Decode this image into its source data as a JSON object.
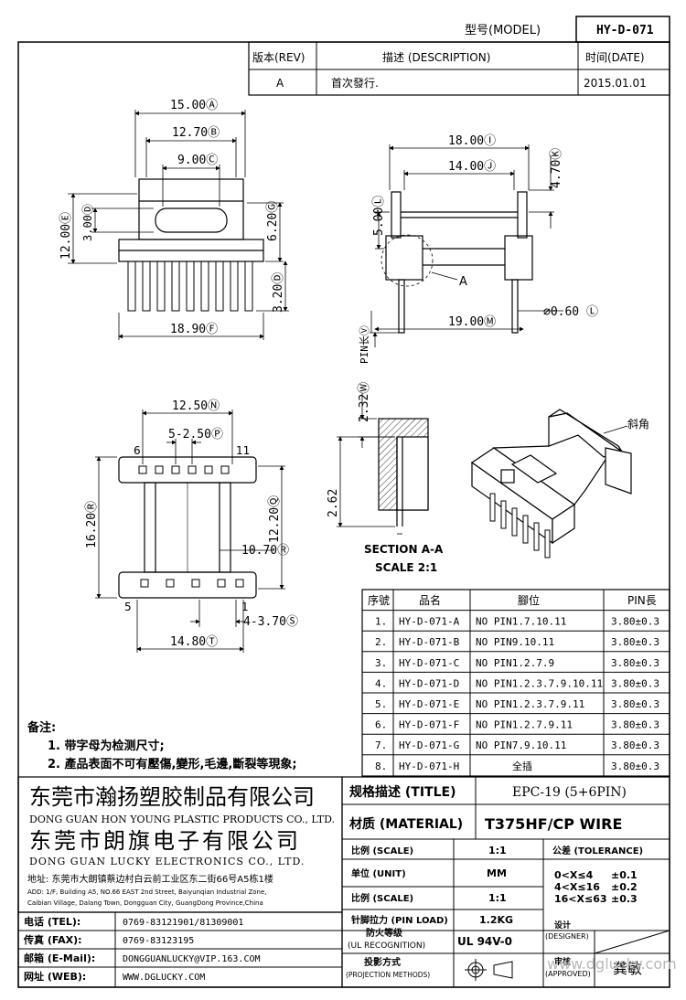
{
  "header": {
    "model_label": "型号(MODEL)",
    "model_value": "HY-D-071",
    "rev_label": "版本(REV)",
    "desc_label": "描述 (DESCRIPTION)",
    "date_label": "时间(DATE)",
    "rev_value": "A",
    "desc_value": "首次發行.",
    "date_value": "2015.01.01"
  },
  "front_view": {
    "dims": [
      "15.00Ⓐ",
      "12.70Ⓑ",
      "9.00Ⓒ",
      "12.00Ⓔ",
      "3.00Ⓓ",
      "6.20Ⓖ",
      "3.20Ⓓ",
      "18.90Ⓕ"
    ]
  },
  "side_view": {
    "dims": [
      "18.00Ⓘ",
      "14.00Ⓙ",
      "4.70Ⓚ",
      "5.00Ⓛ",
      "19.00Ⓜ",
      "⌀0.60 Ⓛ",
      "PIN长Ⓥ"
    ],
    "callout": "A"
  },
  "bottom_view": {
    "dims": [
      "12.50Ⓝ",
      "5-2.50Ⓟ",
      "16.20Ⓡ",
      "12.20Ⓠ",
      "10.70Ⓡ",
      "4-3.70Ⓢ",
      "14.80Ⓣ"
    ],
    "pin_labels": [
      "6",
      "11",
      "5",
      "1"
    ]
  },
  "section": {
    "dim_top": "2.32Ⓦ",
    "dim_left": "2.62",
    "title": "SECTION A-A",
    "scale": "SCALE 2:1"
  },
  "iso_view": {
    "note": "斜角"
  },
  "pin_table": {
    "headers": [
      "序號",
      "品名",
      "腳位",
      "PIN長"
    ],
    "rows": [
      [
        "1.",
        "HY-D-071-A",
        "NO PIN1.7.10.11",
        "3.80±0.3"
      ],
      [
        "2.",
        "HY-D-071-B",
        "NO PIN9.10.11",
        "3.80±0.3"
      ],
      [
        "3.",
        "HY-D-071-C",
        "NO PIN1.2.7.9",
        "3.80±0.3"
      ],
      [
        "4.",
        "HY-D-071-D",
        "NO PIN1.2.3.7.9.10.11",
        "3.80±0.3"
      ],
      [
        "5.",
        "HY-D-071-E",
        "NO PIN1.2.3.7.9.11",
        "3.80±0.3"
      ],
      [
        "6.",
        "HY-D-071-F",
        "NO PIN1.2.7.9.11",
        "3.80±0.3"
      ],
      [
        "7.",
        "HY-D-071-G",
        "NO PIN7.9.10.11",
        "3.80±0.3"
      ],
      [
        "8.",
        "HY-D-071-H",
        "全插",
        "3.80±0.3"
      ]
    ]
  },
  "notes": {
    "title": "备注:",
    "items": [
      "1. 带字母为检测尺寸;",
      "2. 產品表面不可有壓傷,變形,毛邊,斷裂等現象;"
    ]
  },
  "company": {
    "cn1": "东莞市瀚扬塑胶制品有限公司",
    "en1": "DONG GUAN HON YOUNG PLASTIC PRODUCTS CO., LTD.",
    "cn2": "东莞市朗旗电子有限公司",
    "en2": "DONG GUAN LUCKY ELECTRONICS CO., LTD.",
    "addr_cn": "地址: 东莞市大朗镇蔡边村白云前工业区东二街66号A5栋1楼",
    "addr_en1": "ADD: 1/F, Building A5, NO.66 EAST 2nd Street, Baiyunqian Industrial Zone,",
    "addr_en2": "Caibian Village, Dalang Town, Dongguan City, GuangDong Province,China"
  },
  "contacts": [
    {
      "label": "电话 (TEL):",
      "value": "0769-83121901/81309001"
    },
    {
      "label": "传真 (FAX):",
      "value": "0769-83123195"
    },
    {
      "label": "邮箱 (E-Mail):",
      "value": "DONGGUANLUCKY@VIP.163.COM"
    },
    {
      "label": "网址 (WEB):",
      "value": "WWW.DGLUCKY.COM"
    }
  ],
  "title_block": {
    "title_label": "规格描述 (TITLE)",
    "title_value": "EPC-19 (5+6PIN)",
    "material_label": "材质 (MATERIAL)",
    "material_value": "T375HF/CP WIRE",
    "scale_label": "比例 (SCALE)",
    "scale_value": "1:1",
    "tolerance_label": "公差 (TOLERANCE)",
    "unit_label": "单位 (UNIT)",
    "unit_value": "MM",
    "scale2_label": "比例 (SCALE)",
    "scale2_value": "1:1",
    "tolerances": [
      [
        "0<X≤4",
        "±0.1"
      ],
      [
        "4<X≤16",
        "±0.2"
      ],
      [
        "16<X≤63",
        "±0.3"
      ]
    ],
    "pin_load_label": "针脚拉力 (PIN LOAD)",
    "pin_load_value": "1.2KG",
    "designer_label_cn": "设计",
    "designer_label_en": "(DESIGNER)",
    "ul_label_cn": "防火等级",
    "ul_label_en": "(UL RECOGNITION)",
    "ul_value": "UL 94V-0",
    "approved_label_cn": "审核",
    "approved_label_en": "(APPROVED)",
    "approved_value": "龚敏",
    "proj_label_cn": "投影方式",
    "proj_label_en": "(PROJECTION METHODS)"
  },
  "watermark": "www.dglucky.com"
}
